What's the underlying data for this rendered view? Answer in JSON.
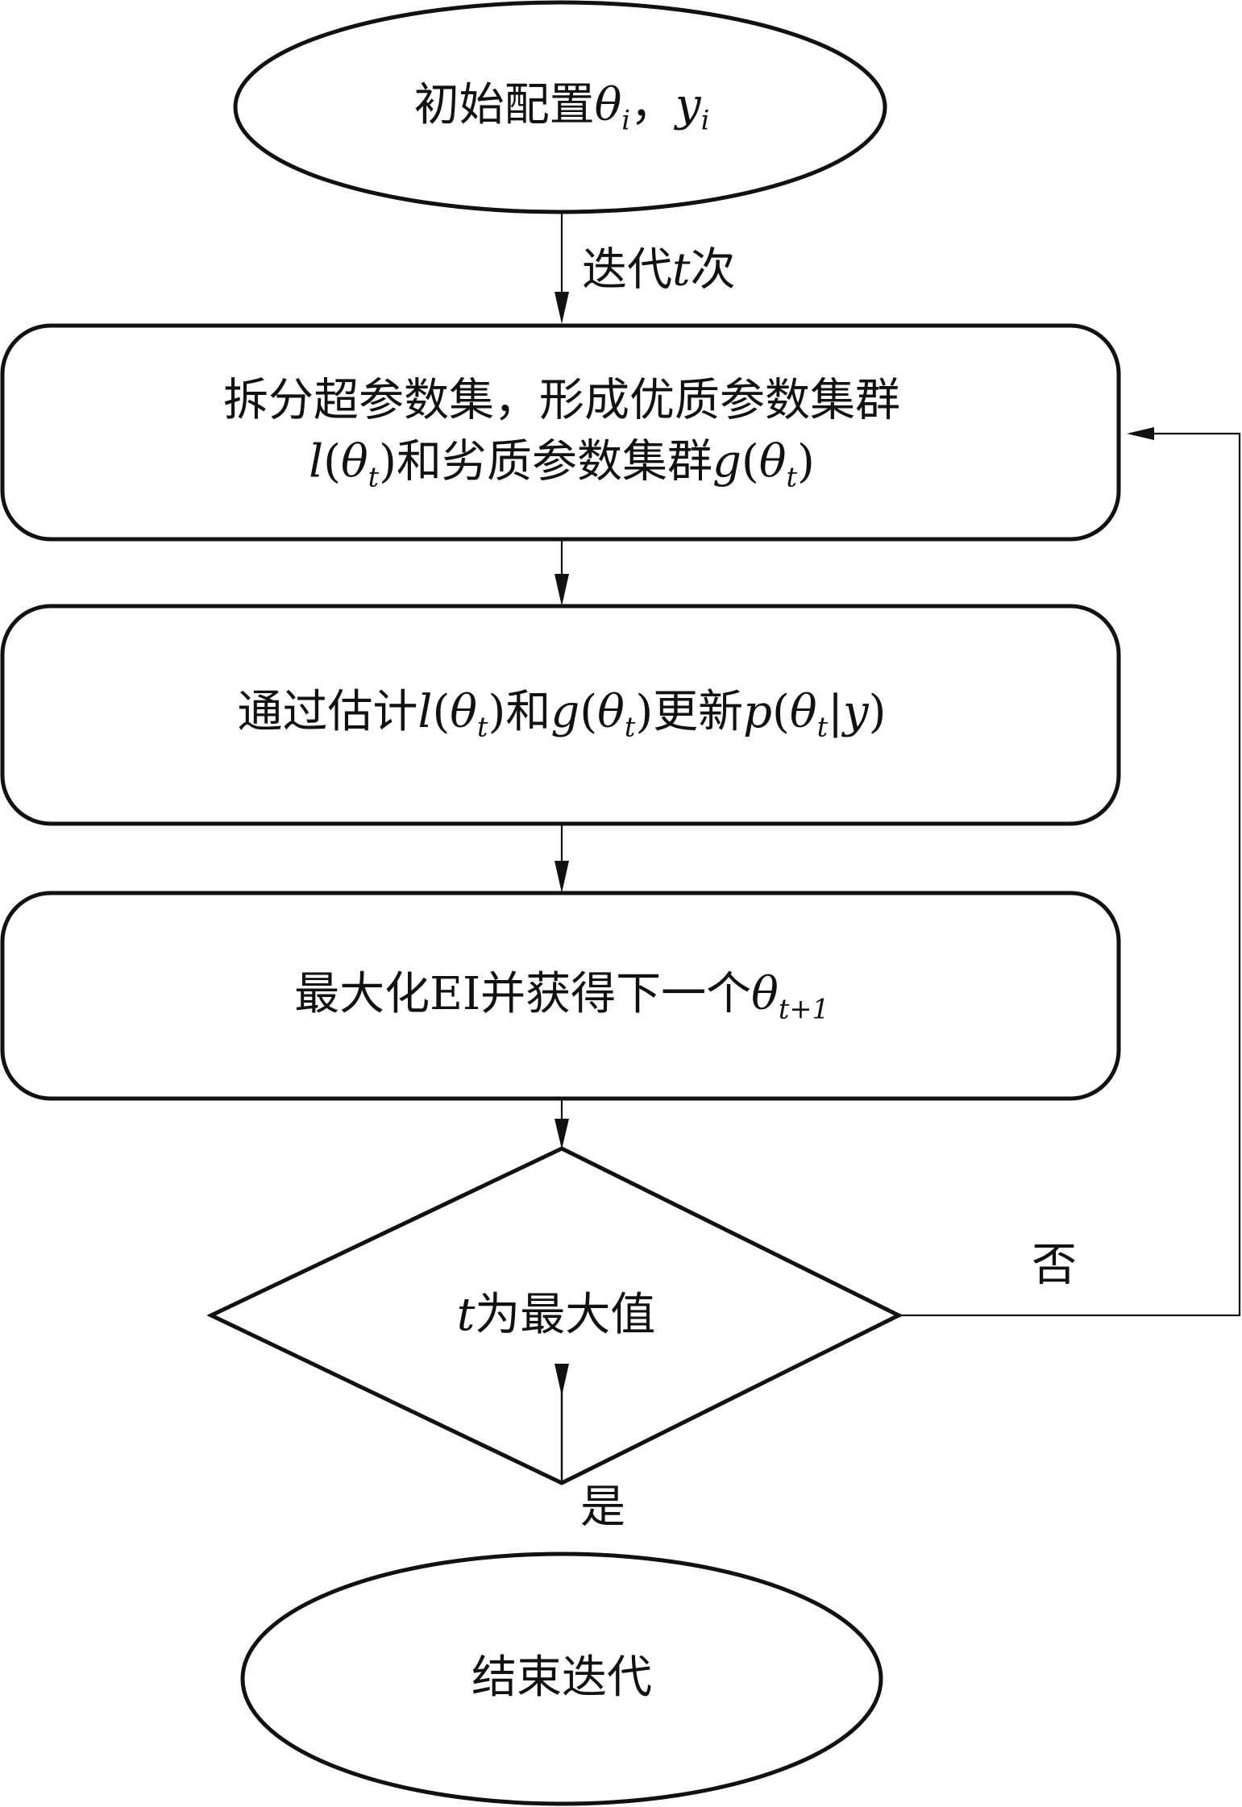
{
  "diagram": {
    "type": "flowchart",
    "nodes": {
      "start": {
        "shape": "ellipse",
        "text_cn": "初始配置",
        "math": [
          "θ",
          "i",
          "，",
          "y",
          "i"
        ],
        "full_text": "初始配置θi，yi"
      },
      "split": {
        "shape": "rounded-rect",
        "line1": "拆分超参数集，形成优质参数集群",
        "line2_parts": [
          "l",
          "(",
          "θ",
          "t",
          ")",
          "和劣质参数集群",
          "g",
          "(",
          "θ",
          "t",
          ")"
        ],
        "full_text": "拆分超参数集，形成优质参数集群l(θt)和劣质参数集群g(θt)"
      },
      "update": {
        "shape": "rounded-rect",
        "parts": [
          "通过估计",
          "l",
          "(",
          "θ",
          "t",
          ")和",
          "g",
          "(",
          "θ",
          "t",
          ")更新",
          "p",
          "(",
          "θ",
          "t",
          "|",
          "y",
          ")"
        ],
        "full_text": "通过估计l(θt)和g(θt)更新p(θt|y)"
      },
      "maximize": {
        "shape": "rounded-rect",
        "parts": [
          "最大化EI并获得下一个",
          "θ",
          "t+1"
        ],
        "full_text": "最大化EI并获得下一个θt+1"
      },
      "decision": {
        "shape": "diamond",
        "parts": [
          "t",
          "为最大值"
        ],
        "full_text": "t为最大值"
      },
      "end": {
        "shape": "ellipse",
        "text": "结束迭代"
      }
    },
    "edges": [
      {
        "from": "start",
        "to": "split",
        "label_parts": [
          "迭代",
          "t",
          "次"
        ],
        "label": "迭代t次"
      },
      {
        "from": "split",
        "to": "update",
        "label": ""
      },
      {
        "from": "update",
        "to": "maximize",
        "label": ""
      },
      {
        "from": "maximize",
        "to": "decision",
        "label": ""
      },
      {
        "from": "decision",
        "to": "split",
        "label": "否"
      },
      {
        "from": "decision",
        "to": "end",
        "label": "是"
      }
    ]
  }
}
